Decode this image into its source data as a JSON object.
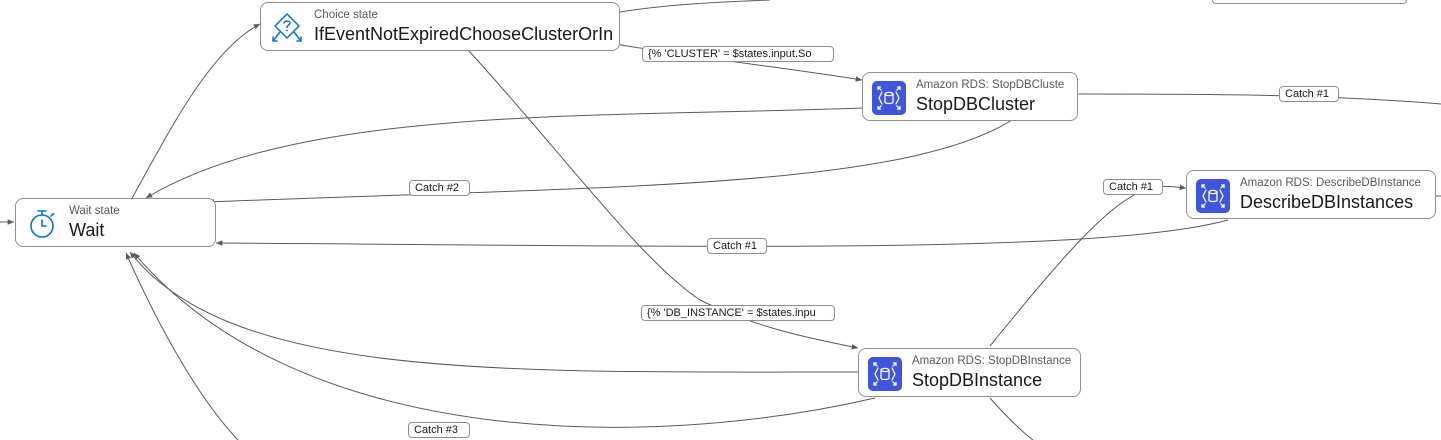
{
  "nodes": {
    "choice": {
      "kind": "Choice state",
      "name": "IfEventNotExpiredChooseClusterOrIn"
    },
    "wait": {
      "kind": "Wait state",
      "name": "Wait"
    },
    "stop_cluster": {
      "kind": "Amazon RDS: StopDBCluste",
      "name": "StopDBCluster"
    },
    "describe_instances": {
      "kind": "Amazon RDS: DescribeDBInstance",
      "name": "DescribeDBInstances"
    },
    "stop_instance": {
      "kind": "Amazon RDS: StopDBInstance",
      "name": "StopDBInstance"
    }
  },
  "edge_labels": {
    "cluster_condition": "{% 'CLUSTER' = $states.input.So",
    "instance_condition": "{% 'DB_INSTANCE' = $states.inpu",
    "catch_1_cluster_right": "Catch #1",
    "catch_2_cluster_to_wait": "Catch #2",
    "catch_1_describe_to_wait": "Catch #1",
    "catch_1_instance_to_describe": "Catch #1",
    "catch_3_instance_to_wait": "Catch #3"
  },
  "colors": {
    "edge": "#545b64",
    "node_border": "#8d9096",
    "choice_icon": "#0972d3",
    "wait_icon": "#0972d3",
    "rds_icon_start": "#4f6bf0",
    "rds_icon_end": "#2f3fbf"
  },
  "icons": {
    "choice": "choice-state-icon",
    "wait": "stopwatch-icon",
    "rds": "rds-database-icon"
  }
}
